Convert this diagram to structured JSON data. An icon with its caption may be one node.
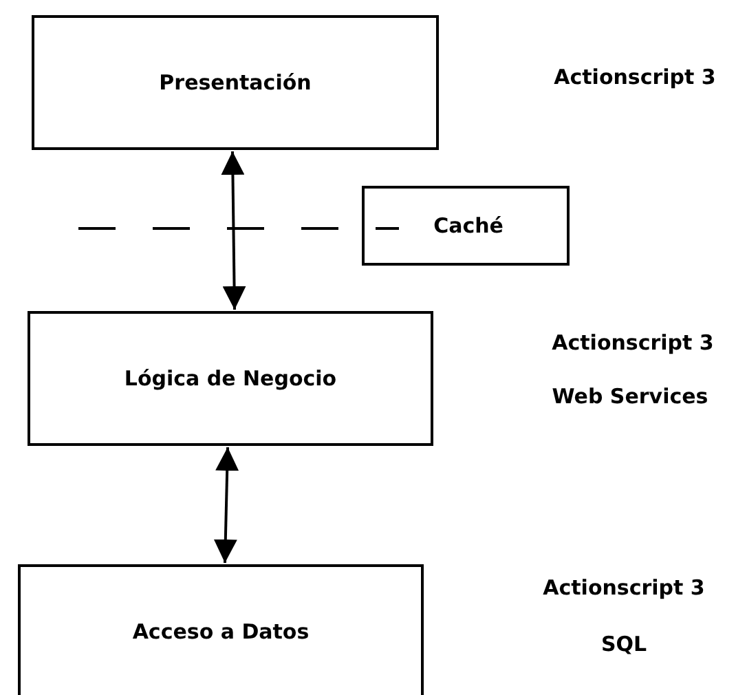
{
  "diagram": {
    "nodes": [
      {
        "text": [
          "Presentación"
        ]
      },
      {
        "text": [
          "Caché"
        ]
      },
      {
        "text": [
          "Lógica de Negocio"
        ]
      },
      {
        "text": [
          "Acceso a Datos"
        ]
      }
    ],
    "edges": [
      {
        "from": 0,
        "to": 2,
        "arrow": "both"
      },
      {
        "from": 2,
        "to": 3,
        "arrow": "both"
      }
    ],
    "labels": [
      "Actionscript 3",
      "Actionscript 3",
      "Web Services",
      "Actionscript 3",
      "SQL"
    ]
  }
}
